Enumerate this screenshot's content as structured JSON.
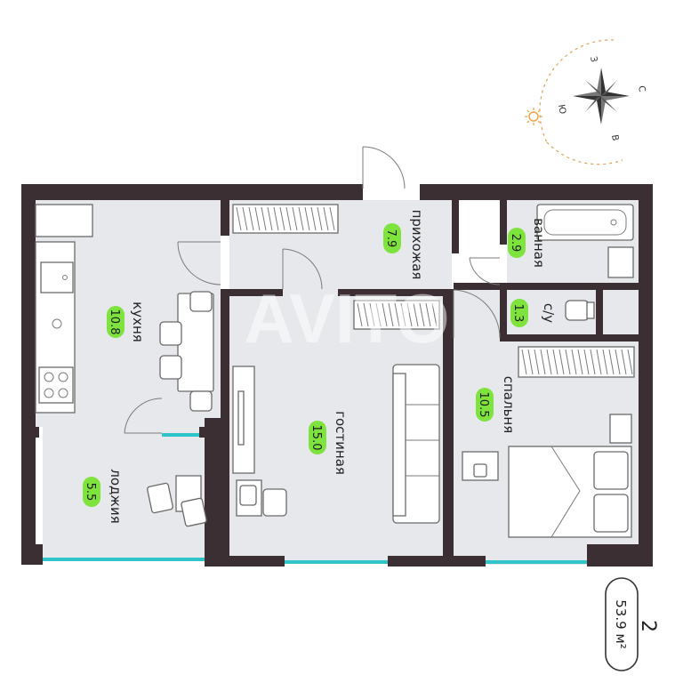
{
  "rooms": {
    "kitchen": {
      "name": "кухня",
      "area": "10.8"
    },
    "hallway": {
      "name": "прихожая",
      "area": "7.9"
    },
    "bathroom": {
      "name": "ванная",
      "area": "2.9"
    },
    "wc": {
      "name": "с/у",
      "area": "1.3"
    },
    "living": {
      "name": "гостиная",
      "area": "15.0"
    },
    "bedroom": {
      "name": "спальня",
      "area": "10.5"
    },
    "loggia": {
      "name": "лоджия",
      "area": "5.5"
    }
  },
  "compass": {
    "west": "З",
    "north": "С",
    "south": "Ю",
    "east": "В"
  },
  "apartment": {
    "rooms_count": "2",
    "total_area": "53.9 м²"
  },
  "watermark": "AVITO",
  "colors": {
    "wall": "#3b2f33",
    "room": "#e6e8eb",
    "area_badge": "#7ee33d",
    "glass": "#2ec4c9",
    "sun": "#f0a040"
  }
}
